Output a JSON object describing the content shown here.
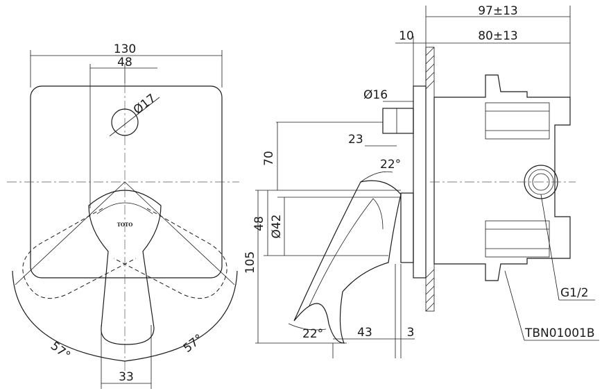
{
  "front_view": {
    "width": "130",
    "hole_offset": "48",
    "hole_diameter": "Ø17",
    "lever_base_width": "33",
    "rotation_left": "57°",
    "rotation_right": "57°",
    "brand_mark": "TOTO"
  },
  "side_view": {
    "depth_total": "97±13",
    "wall_thickness": "10",
    "body_depth": "80±13",
    "spout_diameter": "Ø16",
    "spout_length": "23",
    "height_to_spout": "70",
    "handle_height": "48",
    "handle_diameter": "Ø42",
    "overall_height": "105",
    "handle_depth": "43",
    "gap": "3",
    "angle_top": "22°",
    "angle_bottom": "22°",
    "thread": "G1/2",
    "part_number": "TBN01001B"
  }
}
